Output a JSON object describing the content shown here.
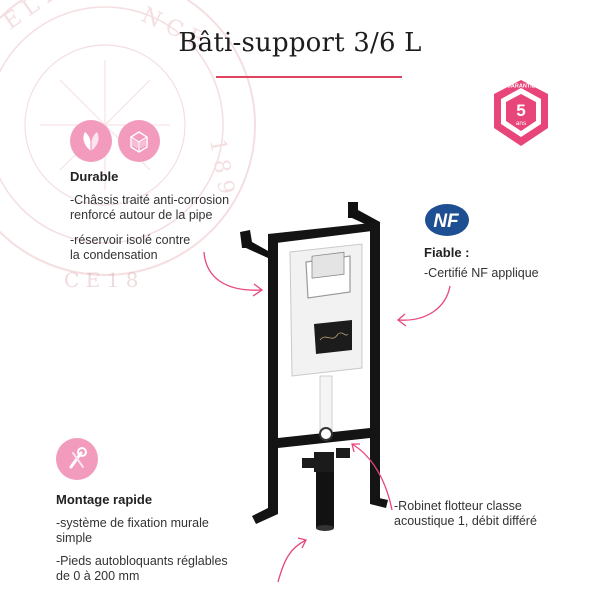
{
  "title": "Bâti-support 3/6 L",
  "badge": {
    "top": "GARANTIE",
    "number": "5",
    "unit": "ans"
  },
  "durable": {
    "heading": "Durable",
    "line1": "-Châssis traité anti-corrosion",
    "line2": "renforcé autour de la pipe",
    "line3": "-réservoir isolé contre",
    "line4": "la condensation"
  },
  "fiable": {
    "logo": "NF",
    "heading": "Fiable :",
    "line1": "-Certifié NF applique"
  },
  "montage": {
    "heading": "Montage rapide",
    "line1": "-système de fixation murale",
    "line2": "simple",
    "line3": "-Pieds autobloquants réglables",
    "line4": "de 0 à 200 mm"
  },
  "robinet": {
    "line1": "-Robinet flotteur classe",
    "line2": "acoustique 1, débit différé"
  },
  "colors": {
    "accent": "#e2435f",
    "pink": "#f29bbd",
    "badge": "#e8467a",
    "nf_blue": "#1f4f93"
  },
  "icons": [
    "seal-watermark",
    "leaf-icon",
    "grid-cube-icon",
    "nf-logo",
    "guarantee-badge",
    "tools-icon",
    "product-frame-image"
  ]
}
